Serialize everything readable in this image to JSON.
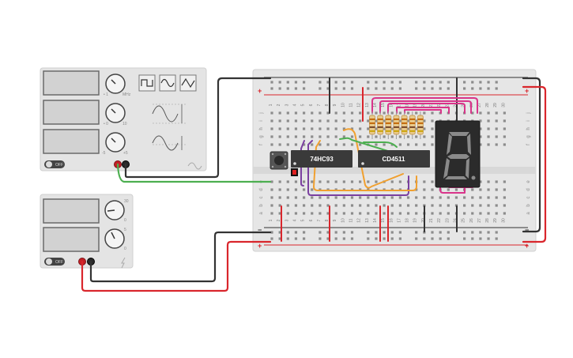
{
  "circuit": {
    "function_generator": {
      "waveform_buttons": [
        "square-wave-icon",
        "sine-wave-icon",
        "triangle-wave-icon"
      ],
      "knob_icons": [
        "frequency-knob-icon",
        "amplitude-knob-icon",
        "offset-knob-icon"
      ],
      "power_toggle_label": "OFF"
    },
    "power_supply": {
      "knob_icons": [
        "voltage-knob-icon",
        "current-knob-icon"
      ],
      "power_toggle_label": "OFF"
    },
    "breadboard": {
      "row_letters_top": [
        "j",
        "i",
        "h",
        "g",
        "f"
      ],
      "row_letters_bottom": [
        "e",
        "d",
        "c",
        "b",
        "a"
      ],
      "column_numbers": [
        "1",
        "2",
        "3",
        "4",
        "5",
        "6",
        "7",
        "8",
        "9",
        "10",
        "11",
        "12",
        "13",
        "14",
        "15",
        "16",
        "17",
        "18",
        "19",
        "20",
        "21",
        "22",
        "23",
        "24",
        "25",
        "26",
        "27",
        "28",
        "29",
        "30"
      ],
      "rail_plus": "+",
      "rail_minus": "−"
    },
    "chips": {
      "counter": "74HC93",
      "decoder": "CD4511"
    },
    "display": {
      "digit": "8"
    },
    "colors": {
      "wire_red": "#d9262c",
      "wire_black": "#333333",
      "wire_green": "#4caf50",
      "wire_orange": "#f0a030",
      "wire_purple": "#7a3fa0",
      "wire_pink": "#d9348a",
      "breadboard": "#e6e6e6",
      "chip": "#3a3a3a",
      "display": "#2b2b2b"
    }
  }
}
